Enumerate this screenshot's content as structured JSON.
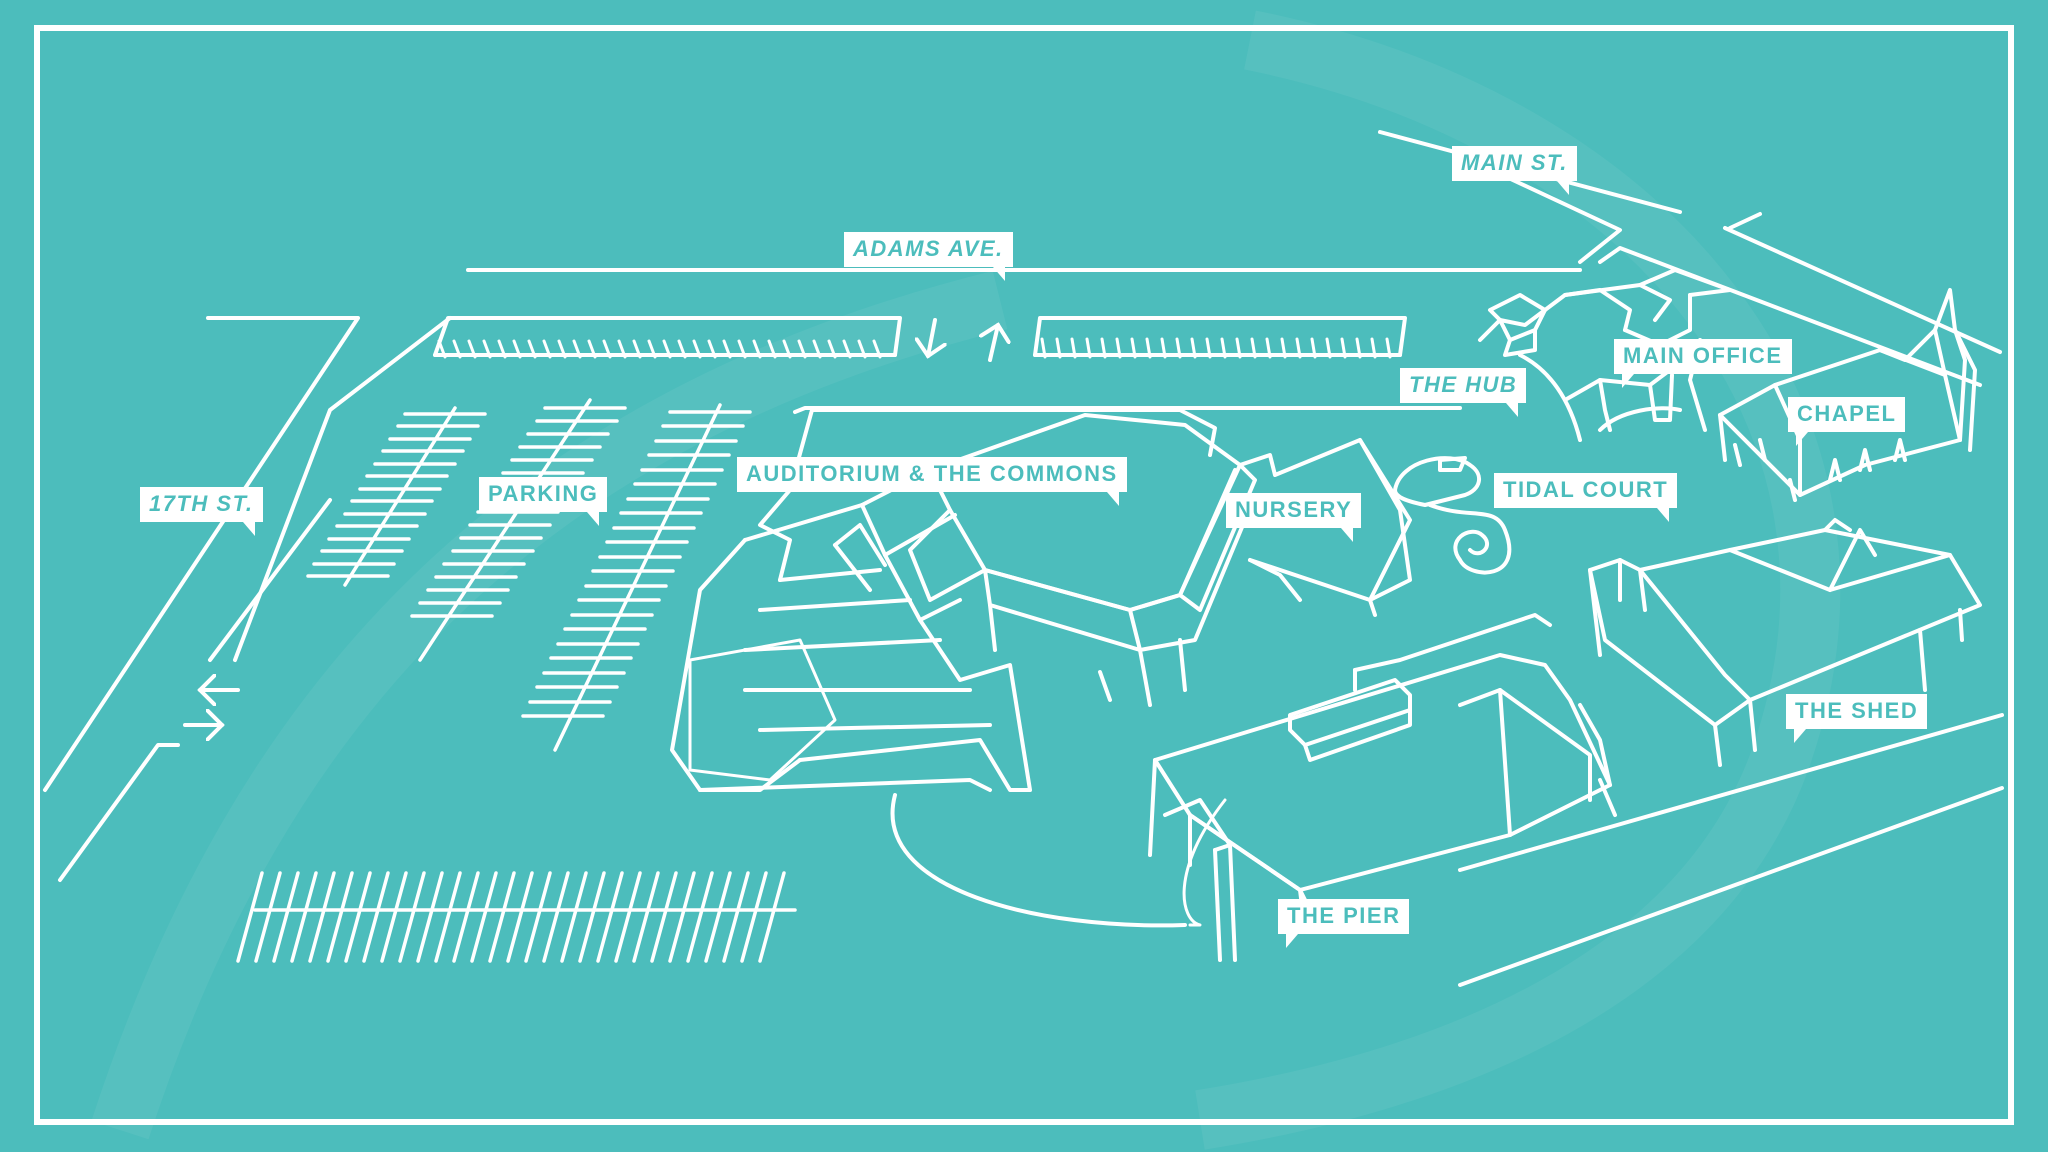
{
  "map": {
    "colors": {
      "background": "#4cbdbc",
      "lines": "#ffffff",
      "label_text": "#4cbdbc",
      "label_bg": "#ffffff"
    },
    "streets": [
      {
        "id": "main-st",
        "label": "MAIN ST."
      },
      {
        "id": "adams-ave",
        "label": "ADAMS AVE."
      },
      {
        "id": "17th-st",
        "label": "17TH ST."
      }
    ],
    "locations": [
      {
        "id": "the-hub",
        "label": "THE HUB"
      },
      {
        "id": "main-office",
        "label": "MAIN OFFICE"
      },
      {
        "id": "chapel",
        "label": "CHAPEL"
      },
      {
        "id": "tidal-court",
        "label": "TIDAL COURT"
      },
      {
        "id": "nursery",
        "label": "NURSERY"
      },
      {
        "id": "auditorium",
        "label": "AUDITORIUM & THE COMMONS"
      },
      {
        "id": "parking",
        "label": "PARKING"
      },
      {
        "id": "the-shed",
        "label": "THE SHED"
      },
      {
        "id": "the-pier",
        "label": "THE PIER"
      }
    ]
  }
}
